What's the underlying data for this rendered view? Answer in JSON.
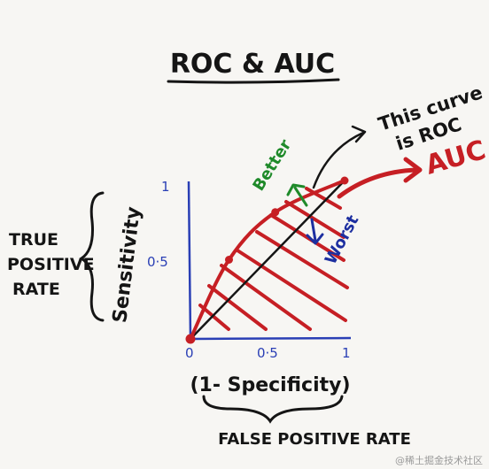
{
  "title": "ROC & AUC",
  "labels": {
    "true_positive_rate": [
      "TRUE",
      "POSITIVE",
      "RATE"
    ],
    "sensitivity": "Sensitivity",
    "specificity": "(1- Specificity)",
    "false_positive_rate": "FALSE POSITIVE RATE",
    "curve_note": [
      "This curve",
      "is ROC"
    ],
    "auc": "AUC",
    "better": "Better",
    "worst": "Worst",
    "watermark": "@稀土掘金技术社区"
  },
  "chart_data": {
    "type": "line",
    "xlabel": "(1- Specificity)",
    "ylabel": "Sensitivity",
    "xlim": [
      0,
      1
    ],
    "ylim": [
      0,
      1
    ],
    "x_ticks": [
      "0",
      "0.5",
      "1"
    ],
    "y_ticks": [
      "0.5",
      "1"
    ],
    "series": [
      {
        "values": [
          [
            0,
            0
          ],
          [
            0.25,
            0.5
          ],
          [
            0.55,
            0.8
          ],
          [
            1,
            1
          ]
        ]
      },
      {
        "values": [
          [
            0,
            0
          ],
          [
            1,
            1
          ]
        ]
      }
    ]
  },
  "colors": {
    "ink": "#151515",
    "axis": "#2a3fb5",
    "curve": "#c61f24",
    "better": "#1f8a2a",
    "worst": "#1d2fa0"
  }
}
